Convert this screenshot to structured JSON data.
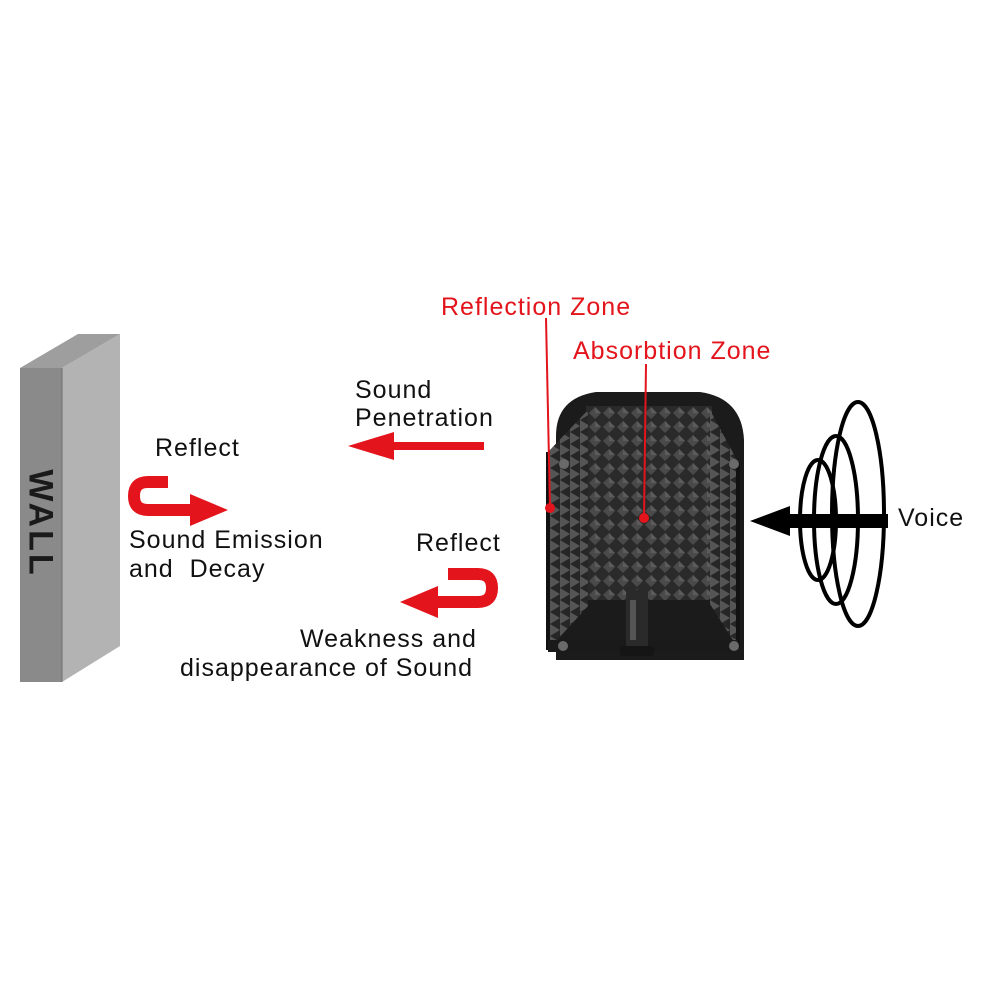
{
  "wall": {
    "label": "WALL"
  },
  "labels": {
    "reflection_zone": "Reflection Zone",
    "absorption_zone": "Absorbtion Zone",
    "sound_penetration_1": "Sound",
    "sound_penetration_2": "Penetration",
    "reflect_top": "Reflect",
    "emission_1": "Sound Emission",
    "emission_2": "and  Decay",
    "reflect_bottom": "Reflect",
    "weakness_1": "Weakness and",
    "weakness_2": "disappearance of Sound",
    "voice": "Voice"
  },
  "colors": {
    "accent_red": "#e3141b",
    "wall_front": "#8c8c8c",
    "wall_side": "#b5b5b5",
    "foam": "#2b2b2b",
    "shell": "#1c1c1c"
  }
}
